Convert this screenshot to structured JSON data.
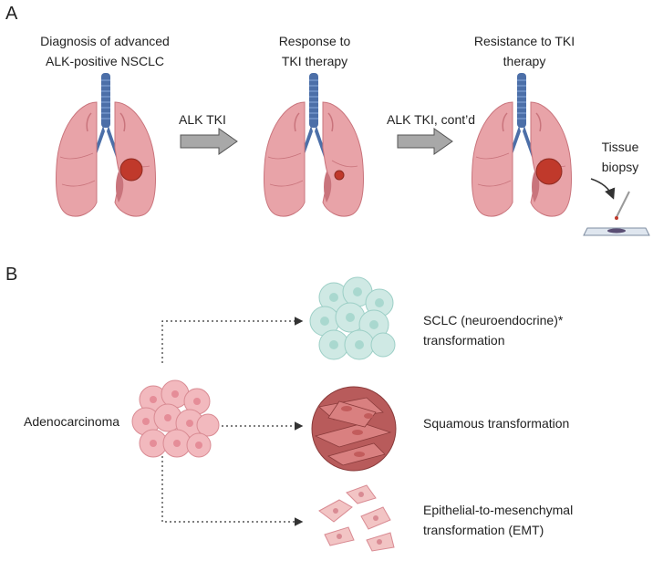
{
  "panel_a": {
    "letter": "A",
    "stage1_title": [
      "Diagnosis of advanced",
      "ALK-positive NSCLC"
    ],
    "stage2_title": [
      "Response to",
      "TKI therapy"
    ],
    "stage3_title": [
      "Resistance to TKI",
      "therapy"
    ],
    "arrow1_label": "ALK TKI",
    "arrow2_label": "ALK TKI, cont’d",
    "biopsy_label": [
      "Tissue",
      "biopsy"
    ]
  },
  "panel_b": {
    "letter": "B",
    "source_label": "Adenocarcinoma",
    "outcomes": [
      {
        "label": [
          "SCLC (neuroendocrine)*",
          "transformation"
        ]
      },
      {
        "label": [
          "Squamous transformation"
        ]
      },
      {
        "label": [
          "Epithelial-to-mesenchymal",
          "transformation (EMT)"
        ]
      }
    ]
  },
  "colors": {
    "lung": "#e8a3a8",
    "lung_dark": "#c9747c",
    "trachea": "#4c6fa8",
    "tumor": "#c0392b",
    "arrow": "#a8a8a8",
    "sclc_cell": "#cfe9e4",
    "adeno_cell": "#f2b9be",
    "squamous_cell": "#b85b5b",
    "emt_cell": "#f2c4c4"
  }
}
